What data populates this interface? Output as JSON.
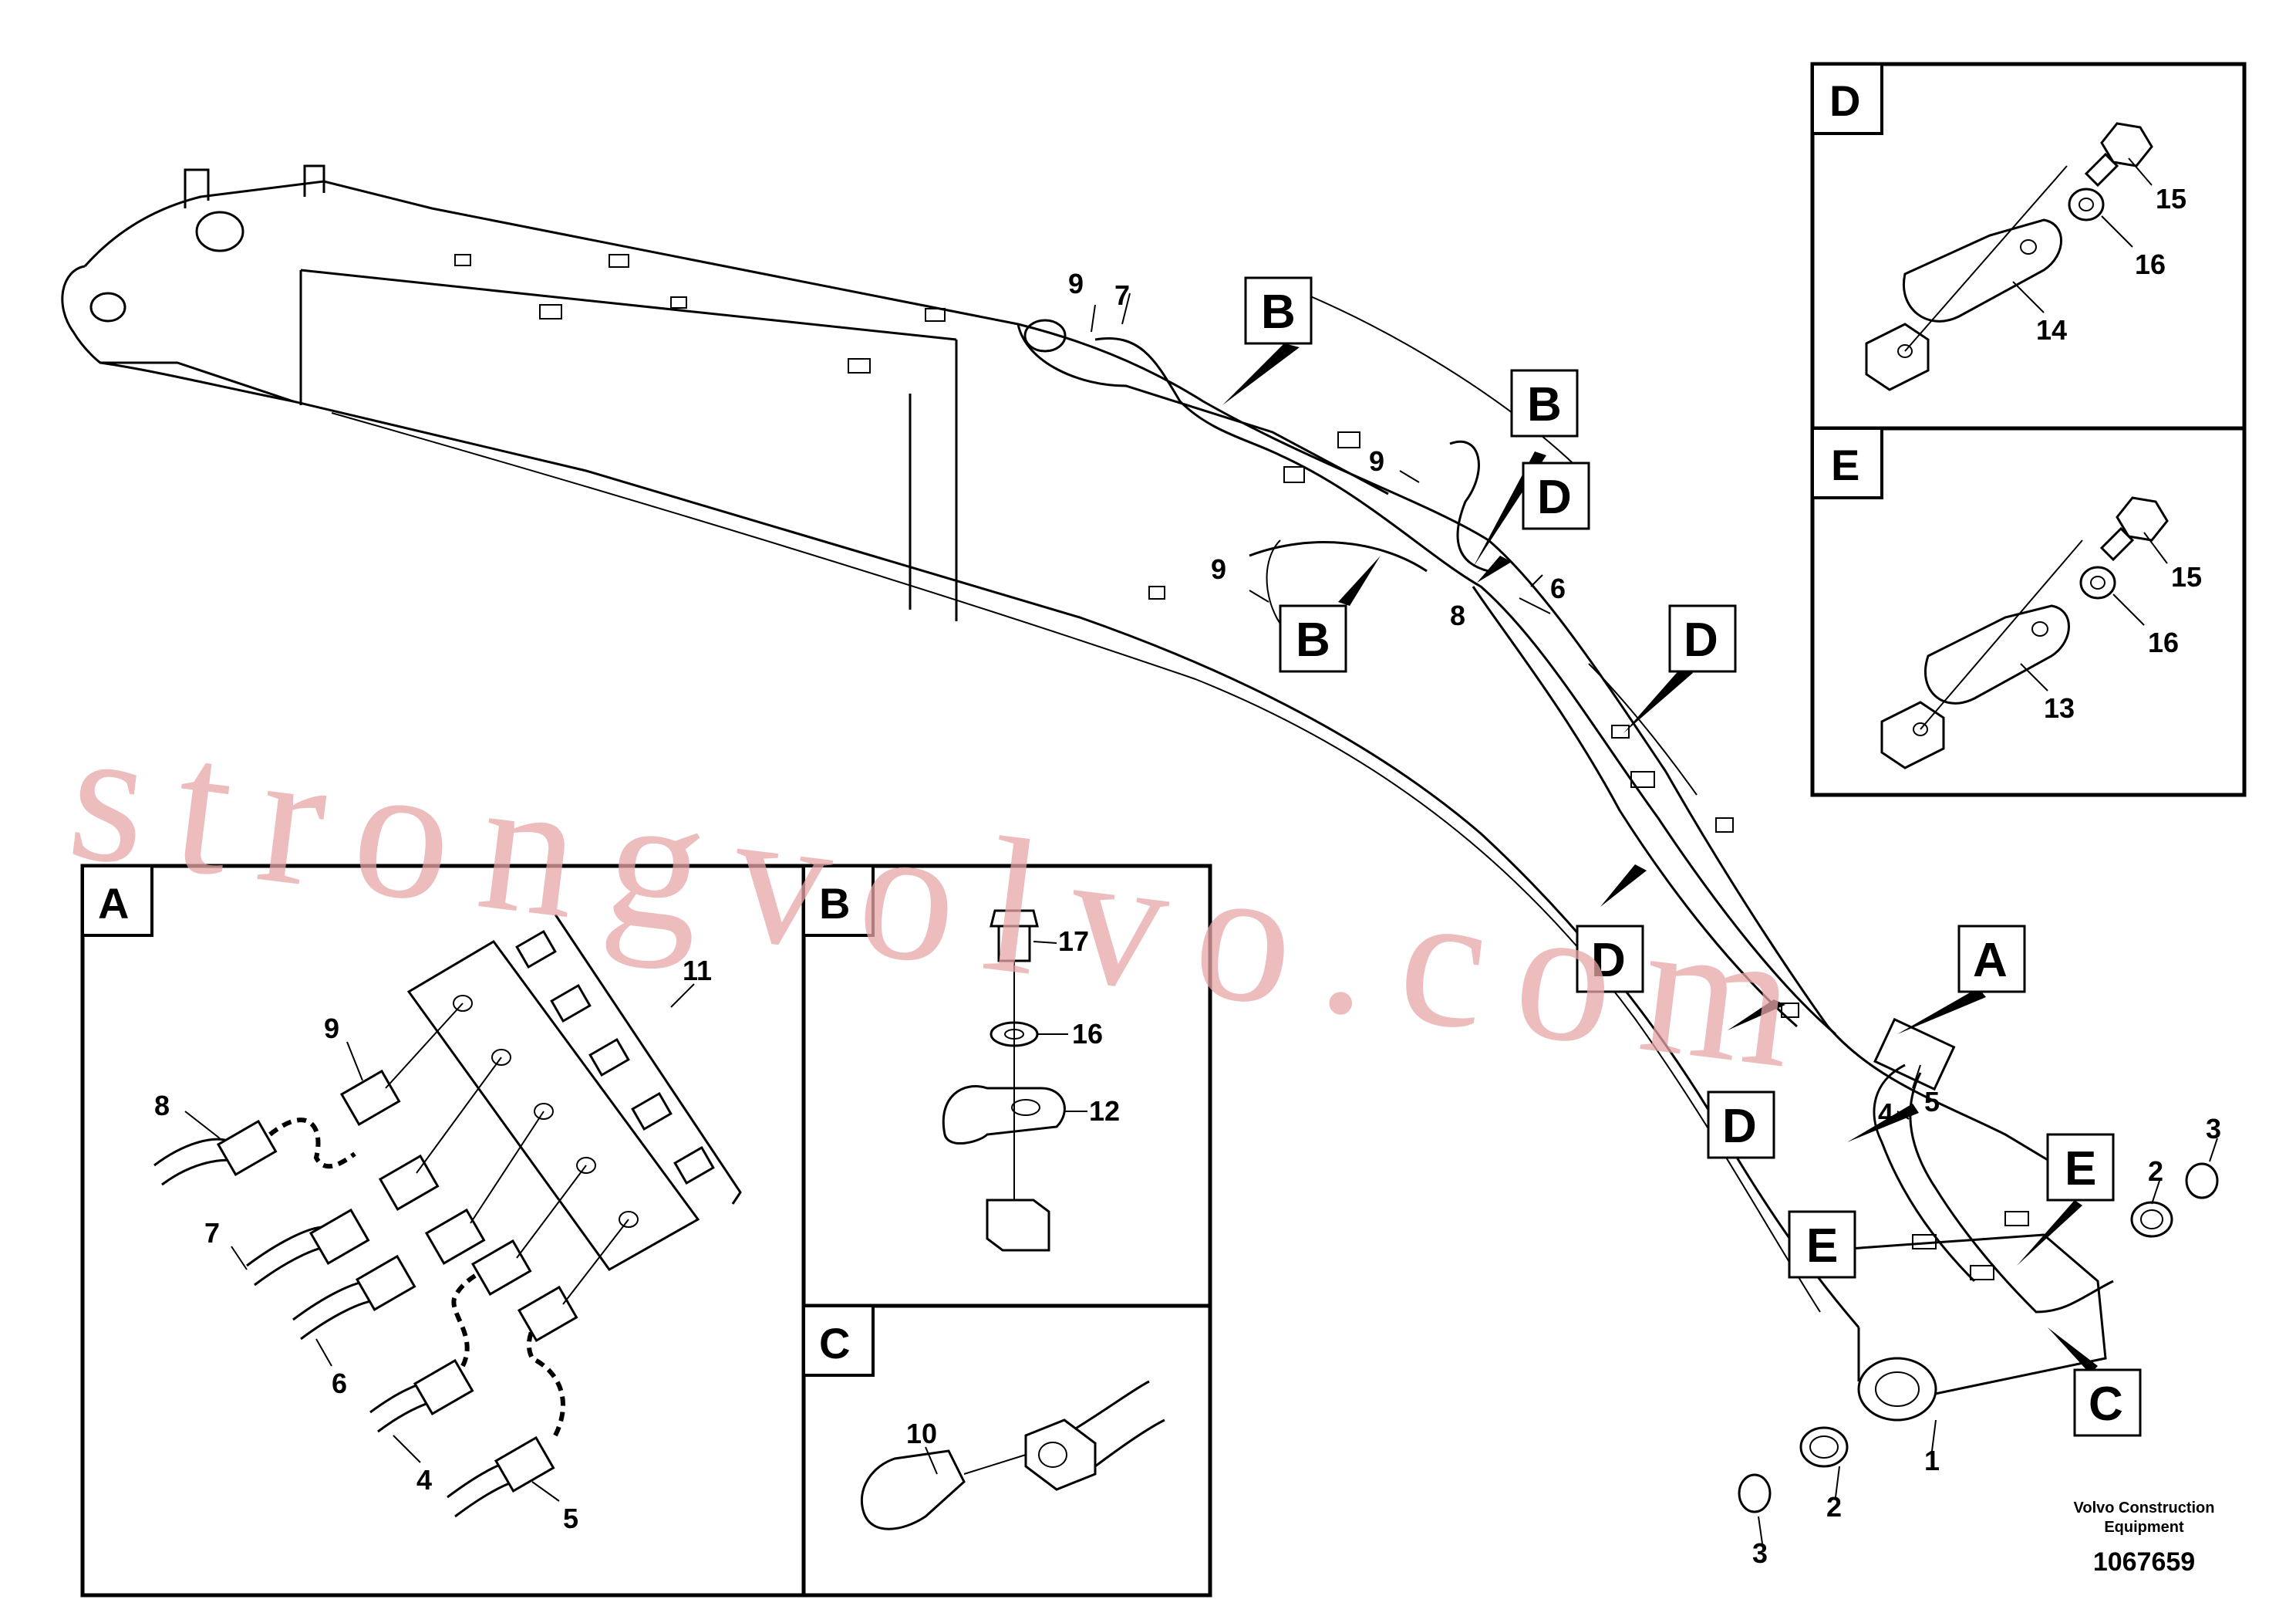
{
  "diagram": {
    "part_numbers": {
      "p1": "1",
      "p2": "2",
      "p3a": "3",
      "p3b": "3",
      "p2b": "2",
      "p4": "4",
      "p5": "5",
      "p6": "6",
      "p7": "7",
      "p8": "8",
      "p9a": "9",
      "p9b": "9",
      "p9c": "9",
      "a4": "4",
      "a5": "5",
      "a6": "6",
      "a7": "7",
      "a8": "8",
      "a9": "9",
      "a11": "11",
      "b12": "12",
      "b16": "16",
      "b17": "17",
      "c10": "10",
      "d14": "14",
      "d15": "15",
      "d16": "16",
      "e13": "13",
      "e15": "15",
      "e16": "16"
    },
    "callouts": {
      "b1": "B",
      "b2": "B",
      "b3": "B",
      "d1": "D",
      "d2": "D",
      "d3": "D",
      "d4": "D",
      "a1": "A",
      "e1": "E",
      "e2": "E",
      "c1": "C"
    },
    "panels": {
      "A": "A",
      "B": "B",
      "C": "C",
      "D": "D",
      "E": "E"
    },
    "watermark": "strongvolvo.com",
    "brand_line1": "Volvo Construction",
    "brand_line2": "Equipment",
    "drawing_code": "1067659"
  }
}
